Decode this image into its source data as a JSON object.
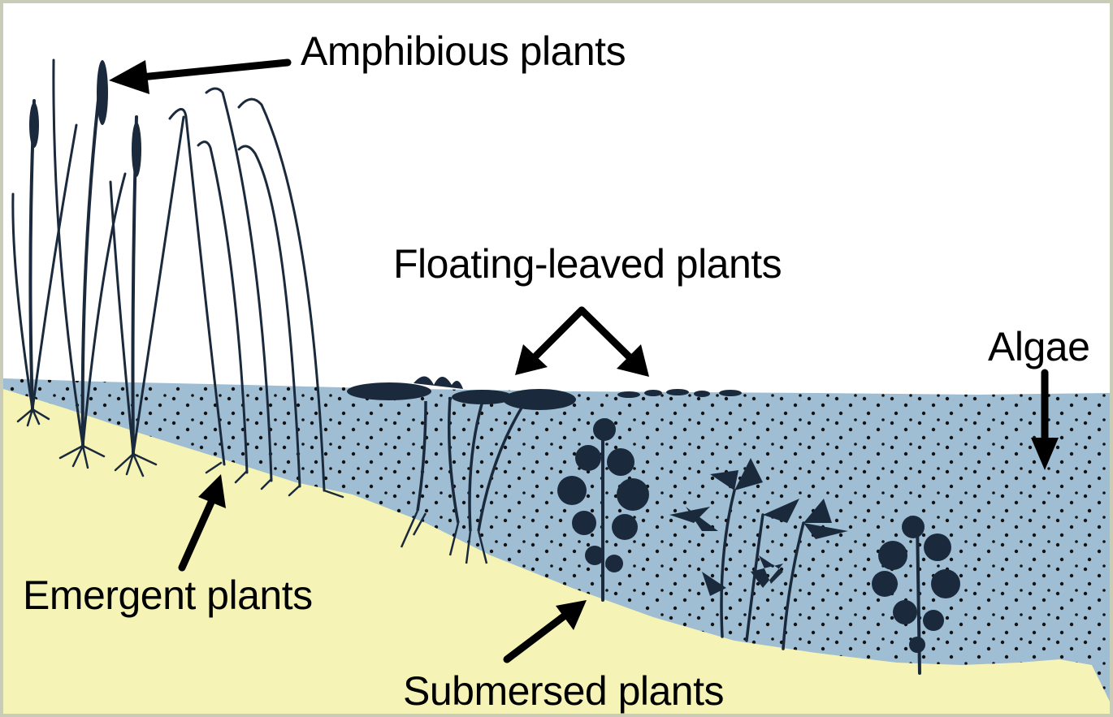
{
  "diagram": {
    "labels": {
      "amphibious": "Amphibious plants",
      "floating": "Floating-leaved plants",
      "algae": "Algae",
      "emergent": "Emergent plants",
      "submersed": "Submersed plants"
    },
    "colors": {
      "water": "#9fbed3",
      "shore": "#f6f3b6",
      "plant": "#1a2a3c",
      "sky": "#ffffff",
      "frame": "#c9cdb8"
    }
  }
}
